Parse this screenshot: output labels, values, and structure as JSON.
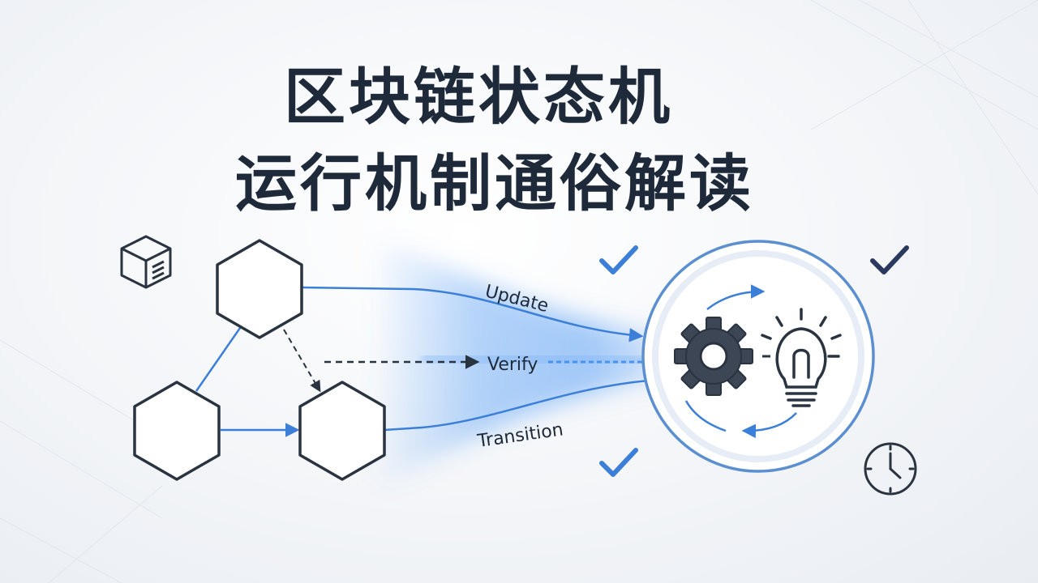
{
  "title": {
    "line1": "区块链状态机",
    "line2": "运行机制通俗解读"
  },
  "diagram": {
    "flows": [
      {
        "label": "Update"
      },
      {
        "label": "Verify"
      },
      {
        "label": "Transition"
      }
    ],
    "colors": {
      "accent": "#3b7fd9",
      "glow": "#5aa0f5",
      "stroke": "#2a3340",
      "ring": "#5b8fd0"
    },
    "icons": [
      "block-cube-icon",
      "gear-icon",
      "lightbulb-icon",
      "clock-icon",
      "checkmark-icon"
    ]
  }
}
